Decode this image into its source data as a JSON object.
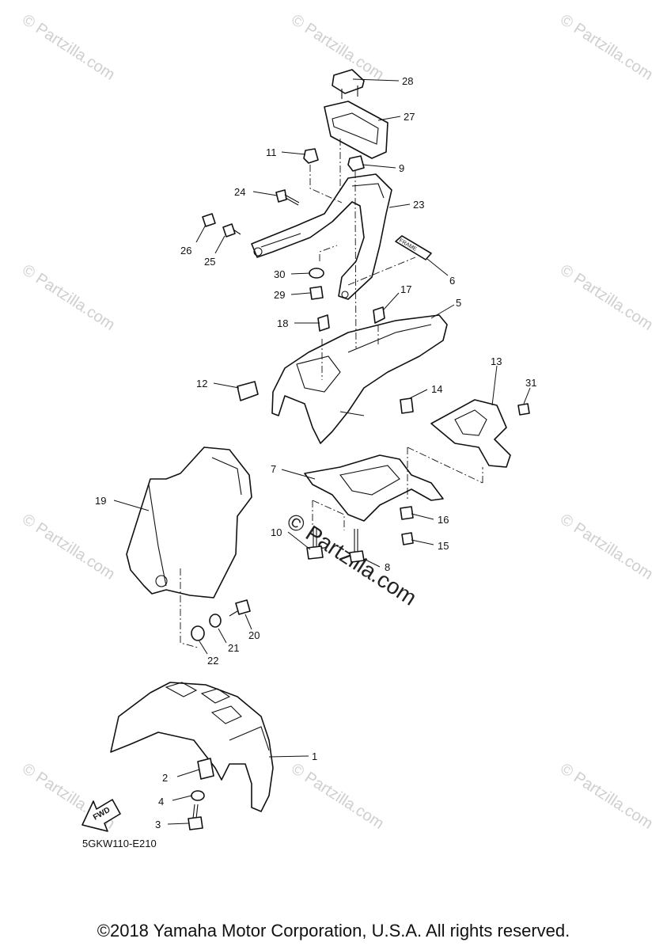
{
  "diagram": {
    "drawing_code": "5GKW110-E210",
    "copyright": "©2018 Yamaha Motor Corporation, U.S.A. All rights reserved.",
    "watermark": "© Partzilla.com",
    "watermark_center": "© Partzilla.com",
    "direction_tag": "FWD",
    "decal_text": "FRAME",
    "callouts": [
      "1",
      "2",
      "3",
      "4",
      "5",
      "6",
      "7",
      "8",
      "9",
      "10",
      "11",
      "12",
      "13",
      "14",
      "15",
      "16",
      "17",
      "18",
      "19",
      "20",
      "21",
      "22",
      "23",
      "24",
      "25",
      "26",
      "27",
      "28",
      "29",
      "30",
      "31"
    ]
  }
}
